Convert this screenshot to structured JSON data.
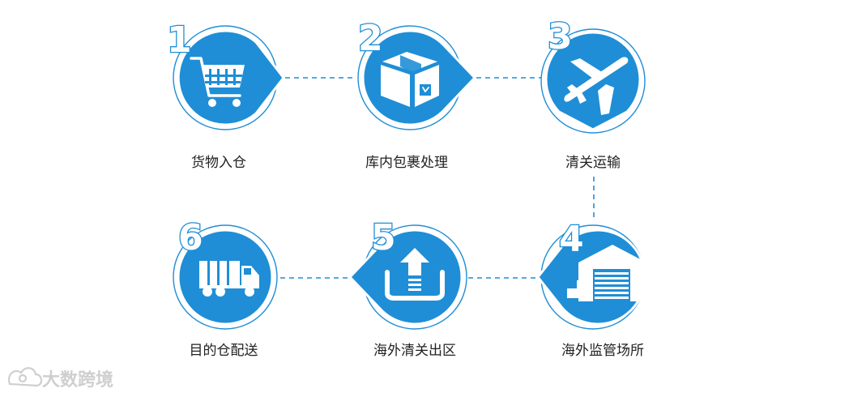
{
  "steps": [
    {
      "number": "1",
      "label": "货物入仓",
      "icon": "shopping-cart-icon"
    },
    {
      "number": "2",
      "label": "库内包裹处理",
      "icon": "package-box-icon"
    },
    {
      "number": "3",
      "label": "清关运输",
      "icon": "airplane-icon"
    },
    {
      "number": "4",
      "label": "海外监管场所",
      "icon": "warehouse-icon"
    },
    {
      "number": "5",
      "label": "海外清关出区",
      "icon": "upload-tray-icon"
    },
    {
      "number": "6",
      "label": "目的仓配送",
      "icon": "delivery-truck-icon"
    }
  ],
  "colors": {
    "accent": "#1f8ed6",
    "text": "#222222",
    "watermark": "#cfcfcf"
  },
  "watermark": {
    "text": "大数跨境"
  }
}
